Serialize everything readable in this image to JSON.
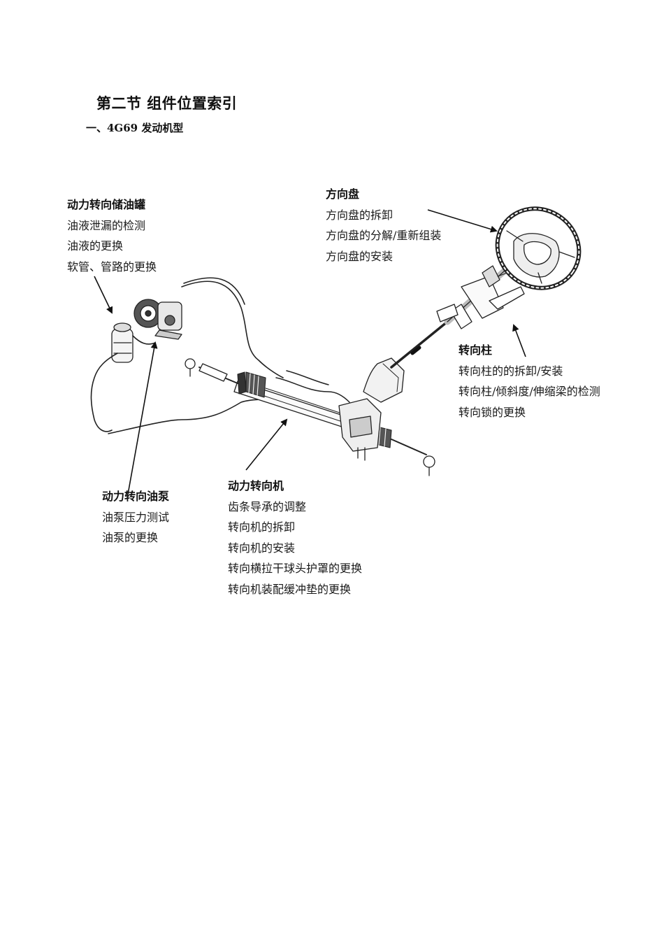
{
  "header": {
    "section_title": "第二节  组件位置索引",
    "sub_title": "一、4G69 发动机型"
  },
  "callouts": {
    "reservoir": {
      "title": "动力转向储油罐",
      "items": [
        "油液泄漏的检测",
        "油液的更换",
        "软管、管路的更换"
      ]
    },
    "steering_wheel": {
      "title": "方向盘",
      "items": [
        "方向盘的拆卸",
        "方向盘的分解/重新组装",
        "方向盘的安装"
      ]
    },
    "steering_column": {
      "title": "转向柱",
      "items": [
        "转向柱的的拆卸/安装",
        "转向柱/倾斜度/伸缩梁的检测",
        "转向锁的更换"
      ]
    },
    "pump": {
      "title": "动力转向油泵",
      "items": [
        "油泵压力测试",
        "油泵的更换"
      ]
    },
    "gear": {
      "title": "动力转向机",
      "items": [
        "齿条导承的调整",
        "转向机的拆卸",
        "转向机的安装",
        "转向横拉干球头护罩的更换",
        "转向机装配缓冲垫的更换"
      ]
    }
  }
}
